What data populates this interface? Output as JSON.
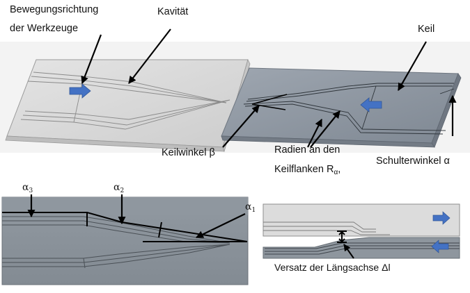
{
  "labels": {
    "bewegung_line1": "Bewegungsrichtung",
    "bewegung_line2": "der Werkzeuge",
    "kavitaet": "Kavität",
    "keil": "Keil",
    "keilwinkel": "Keilwinkel β",
    "radien_line1": "Radien an den",
    "radien_line2_main": "Keilflanken R",
    "radien_line2_sub": "α",
    "radien_line2_end": ",",
    "schulterwinkel": "Schulterwinkel α",
    "alpha_symbol": "α",
    "alpha3_sub": "3",
    "alpha2_sub": "2",
    "alpha1_sub": "1",
    "versatz": "Versatz der Längsachse Δl"
  },
  "colors": {
    "cavity_plate": "#d9d9d9",
    "wedge_plate": "#8d96a1",
    "detail_background": "#8c949c",
    "arrow_fill": "#4472c4",
    "annotation": "#000000"
  },
  "icons": {
    "direction_arrow": "blue-block-arrow",
    "pointer": "black-arrow"
  }
}
